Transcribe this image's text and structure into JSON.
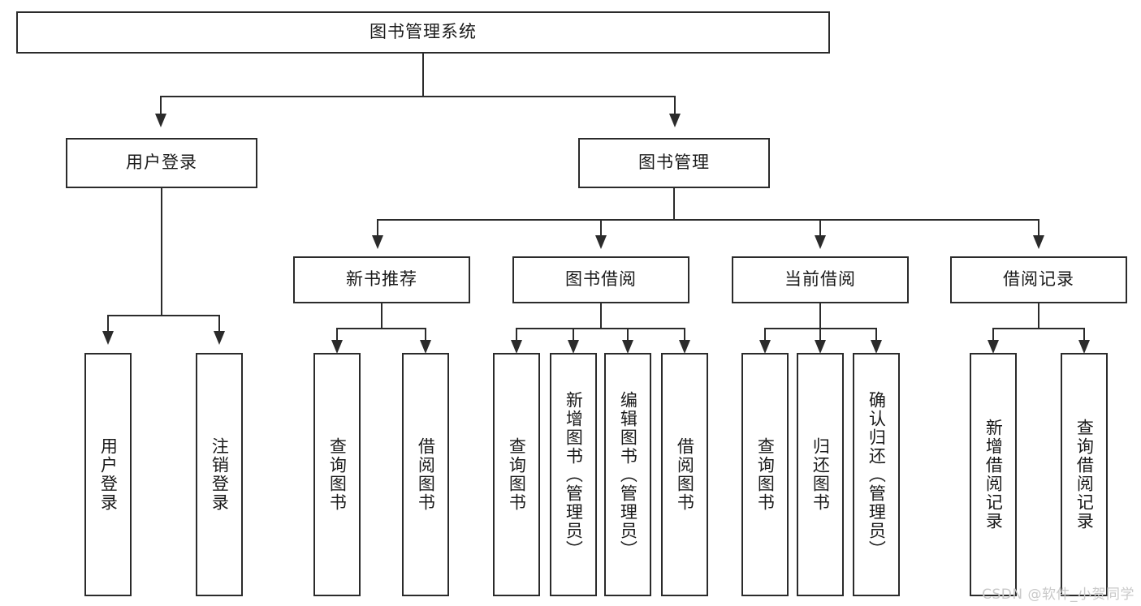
{
  "diagram": {
    "title": "图书管理系统",
    "watermark": "CSDN @软件_小贺同学",
    "colors": {
      "stroke": "#2b2b2b",
      "fill": "#ffffff",
      "text": "#1a1a1a",
      "watermark": "#c9c9c9"
    },
    "root": {
      "label": "图书管理系统"
    },
    "level2": [
      {
        "label": "用户登录"
      },
      {
        "label": "图书管理"
      }
    ],
    "level3": [
      {
        "label": "新书推荐"
      },
      {
        "label": "图书借阅"
      },
      {
        "label": "当前借阅"
      },
      {
        "label": "借阅记录"
      }
    ],
    "leaves": {
      "user_login": [
        {
          "label": "用户登录"
        },
        {
          "label": "注销登录"
        }
      ],
      "new_book_recommend": [
        {
          "label": "查询图书"
        },
        {
          "label": "借阅图书"
        }
      ],
      "book_borrow": [
        {
          "label": "查询图书"
        },
        {
          "label": "新增图书（管理员）"
        },
        {
          "label": "编辑图书（管理员）"
        },
        {
          "label": "借阅图书"
        }
      ],
      "current_borrow": [
        {
          "label": "查询图书"
        },
        {
          "label": "归还图书"
        },
        {
          "label": "确认归还（管理员）"
        }
      ],
      "borrow_records": [
        {
          "label": "新增借阅记录"
        },
        {
          "label": "查询借阅记录"
        }
      ]
    }
  }
}
